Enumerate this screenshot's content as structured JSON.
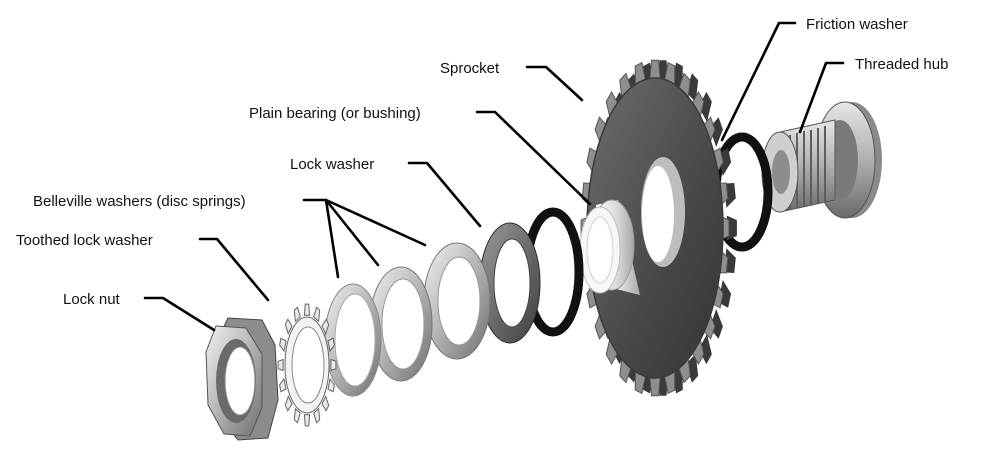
{
  "labels": {
    "friction_washer": "Friction washer",
    "threaded_hub": "Threaded hub",
    "sprocket": "Sprocket",
    "plain_bearing": "Plain bearing (or bushing)",
    "lock_washer": "Lock washer",
    "belleville_washers": "Belleville washers (disc springs)",
    "toothed_lock_washer": "Toothed lock washer",
    "lock_nut": "Lock nut"
  }
}
